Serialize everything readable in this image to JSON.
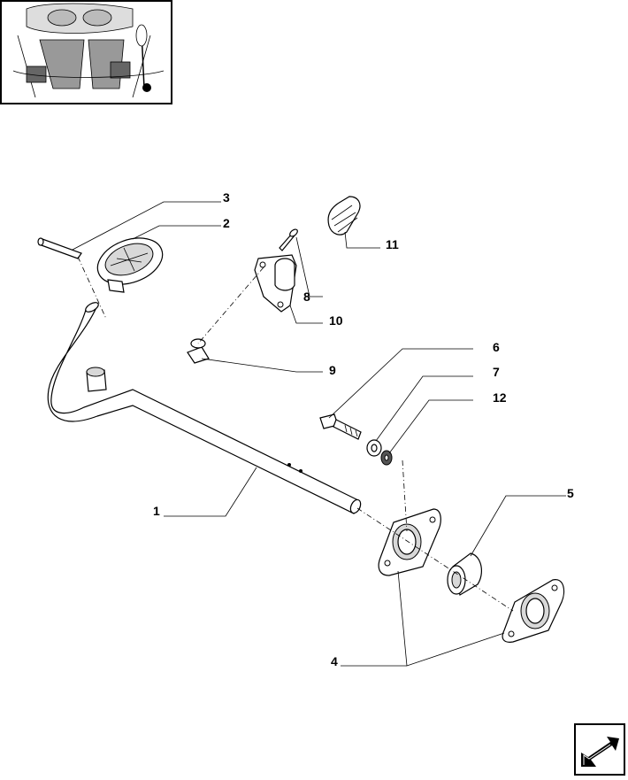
{
  "callouts": {
    "c1": "1",
    "c2": "2",
    "c3": "3",
    "c4": "4",
    "c5": "5",
    "c6": "6",
    "c7": "7",
    "c8": "8",
    "c9": "9",
    "c10": "10",
    "c11": "11",
    "c12": "12"
  },
  "icons": {
    "locator": "tractor-locator-thumbnail",
    "nav": "next-page-arrow-icon"
  }
}
